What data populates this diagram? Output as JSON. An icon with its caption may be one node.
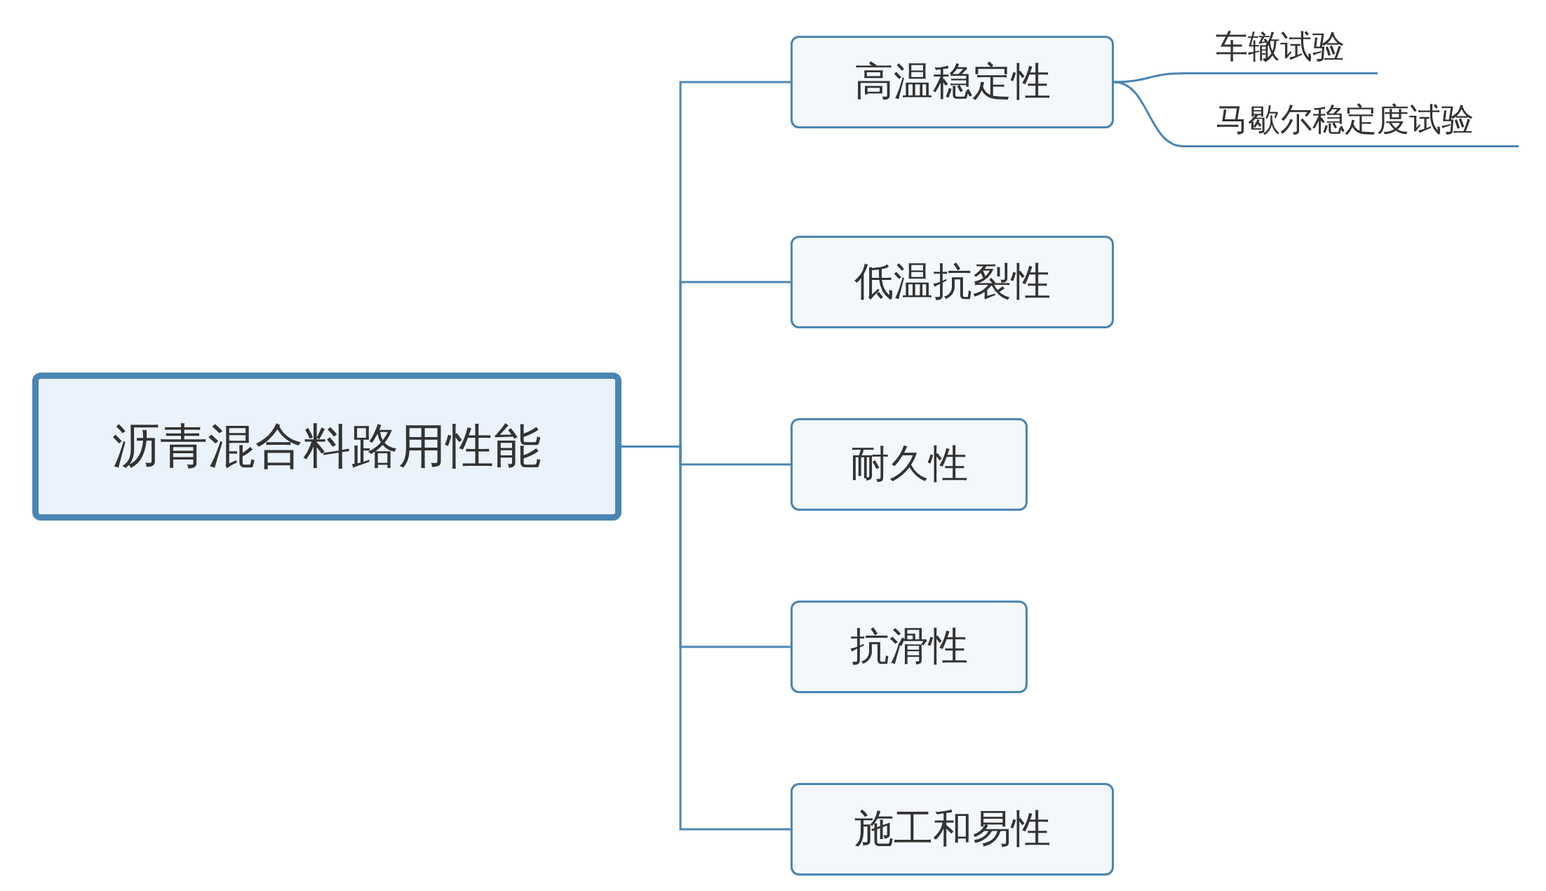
{
  "diagram": {
    "nodes": [
      {
        "text": [
          "沥青混合料路用性能"
        ]
      },
      {
        "text": [
          "高温稳定性"
        ]
      },
      {
        "text": [
          "低温抗裂性"
        ]
      },
      {
        "text": [
          "耐久性"
        ]
      },
      {
        "text": [
          "抗滑性"
        ]
      },
      {
        "text": [
          "施工和易性"
        ]
      },
      {
        "text": [
          "车辙试验"
        ]
      },
      {
        "text": [
          "马歇尔稳定度试验"
        ]
      }
    ],
    "edges": [
      {
        "from": 0,
        "to": 1,
        "arrow": "none"
      },
      {
        "from": 0,
        "to": 2,
        "arrow": "none"
      },
      {
        "from": 0,
        "to": 3,
        "arrow": "none"
      },
      {
        "from": 0,
        "to": 4,
        "arrow": "none"
      },
      {
        "from": 0,
        "to": 5,
        "arrow": "none"
      },
      {
        "from": 1,
        "to": 6,
        "arrow": "none"
      },
      {
        "from": 1,
        "to": 7,
        "arrow": "none"
      }
    ]
  }
}
